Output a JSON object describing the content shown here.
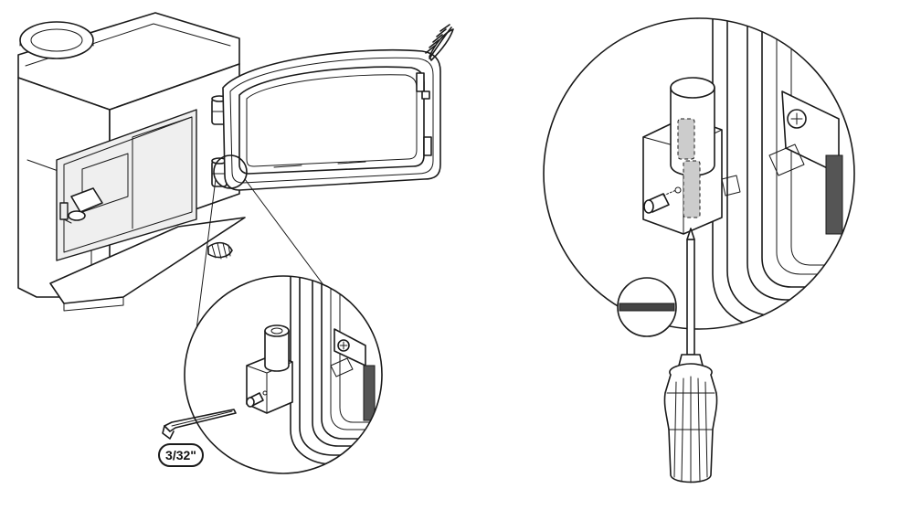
{
  "figure": {
    "title": "",
    "tool_label": "3/32\"",
    "icons": [
      "stove-illustration",
      "door-hinge-detail-magnified",
      "hinge-pin-detail-magnified",
      "allen-wrench-icon",
      "screwdriver-icon",
      "flat-tip-profile-icon"
    ],
    "colors": {
      "line": "#1a1a1a",
      "shade": "#efefef",
      "dark": "#555555",
      "background": "#ffffff"
    }
  }
}
